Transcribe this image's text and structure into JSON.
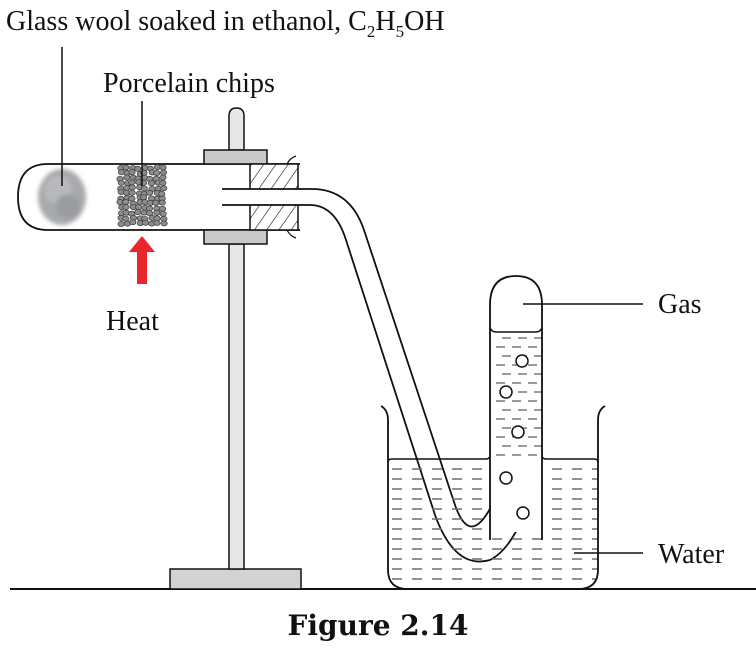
{
  "figure": {
    "caption": "Figure 2.14"
  },
  "labels": {
    "glass_wool_prefix": "Glass wool soaked in ethanol, ",
    "formula_c": "C",
    "formula_sub1": "2",
    "formula_h": "H",
    "formula_sub2": "5",
    "formula_oh": "OH",
    "porcelain": "Porcelain chips",
    "heat": "Heat",
    "gas": "Gas",
    "water": "Water"
  },
  "colors": {
    "heat_arrow": "#e8262c",
    "clamp_gray": "#c8c9cb",
    "stand_rod": "#e6e7e8",
    "glass_wool": "#a7a9ac",
    "porcelain": "#8a8c8e",
    "water_dash": "#6d6e71"
  }
}
